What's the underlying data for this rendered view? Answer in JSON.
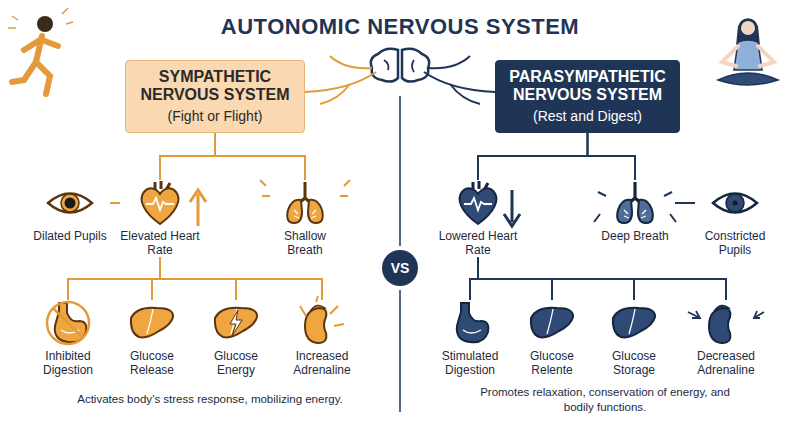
{
  "diagram": {
    "title": "AUTONOMIC NERVOUS SYSTEM",
    "nodes": [
      {
        "text": [
          "SYMPATHETIC NERVOUS SYSTEM",
          "(Fight or Flight)"
        ]
      },
      {
        "text": [
          "PARASYMPATHETIC NERVOUS SYSTEM",
          "(Rest and Digest)"
        ]
      },
      {
        "text": [
          "Dilated Pupils"
        ]
      },
      {
        "text": [
          "Elevated Heart Rate"
        ]
      },
      {
        "text": [
          "Shallow Breath"
        ]
      },
      {
        "text": [
          "VS"
        ]
      },
      {
        "text": [
          "Lowered Heart Rate"
        ]
      },
      {
        "text": [
          "Deep Breath"
        ]
      },
      {
        "text": [
          "Constricted Pupils"
        ]
      },
      {
        "text": [
          "Inhibited Digestion"
        ]
      },
      {
        "text": [
          "Glucose Release"
        ]
      },
      {
        "text": [
          "Glucose Energy"
        ]
      },
      {
        "text": [
          "Increased Adrenaline"
        ]
      },
      {
        "text": [
          "Stimulated Digestion"
        ]
      },
      {
        "text": [
          "Glucose Relente"
        ]
      },
      {
        "text": [
          "Glucose Storage"
        ]
      },
      {
        "text": [
          "Decreased Adrenaline"
        ]
      }
    ],
    "edges": [
      {
        "from": 0,
        "to": 3,
        "arrow": "none"
      },
      {
        "from": 0,
        "to": 4,
        "arrow": "none"
      },
      {
        "from": 3,
        "to": 2,
        "arrow": "none"
      },
      {
        "from": 3,
        "to": 9,
        "arrow": "none"
      },
      {
        "from": 3,
        "to": 10,
        "arrow": "none"
      },
      {
        "from": 3,
        "to": 11,
        "arrow": "none"
      },
      {
        "from": 3,
        "to": 12,
        "arrow": "none"
      },
      {
        "from": 1,
        "to": 6,
        "arrow": "none"
      },
      {
        "from": 1,
        "to": 7,
        "arrow": "none"
      },
      {
        "from": 7,
        "to": 8,
        "arrow": "none"
      },
      {
        "from": 6,
        "to": 13,
        "arrow": "none"
      },
      {
        "from": 6,
        "to": 14,
        "arrow": "none"
      },
      {
        "from": 6,
        "to": 15,
        "arrow": "none"
      },
      {
        "from": 6,
        "to": 16,
        "arrow": "none"
      }
    ],
    "labels": [
      "Activates body’s stress response, mobilizing energy.",
      "Promotes relaxation, conservation of energy, and bodily functions."
    ]
  }
}
